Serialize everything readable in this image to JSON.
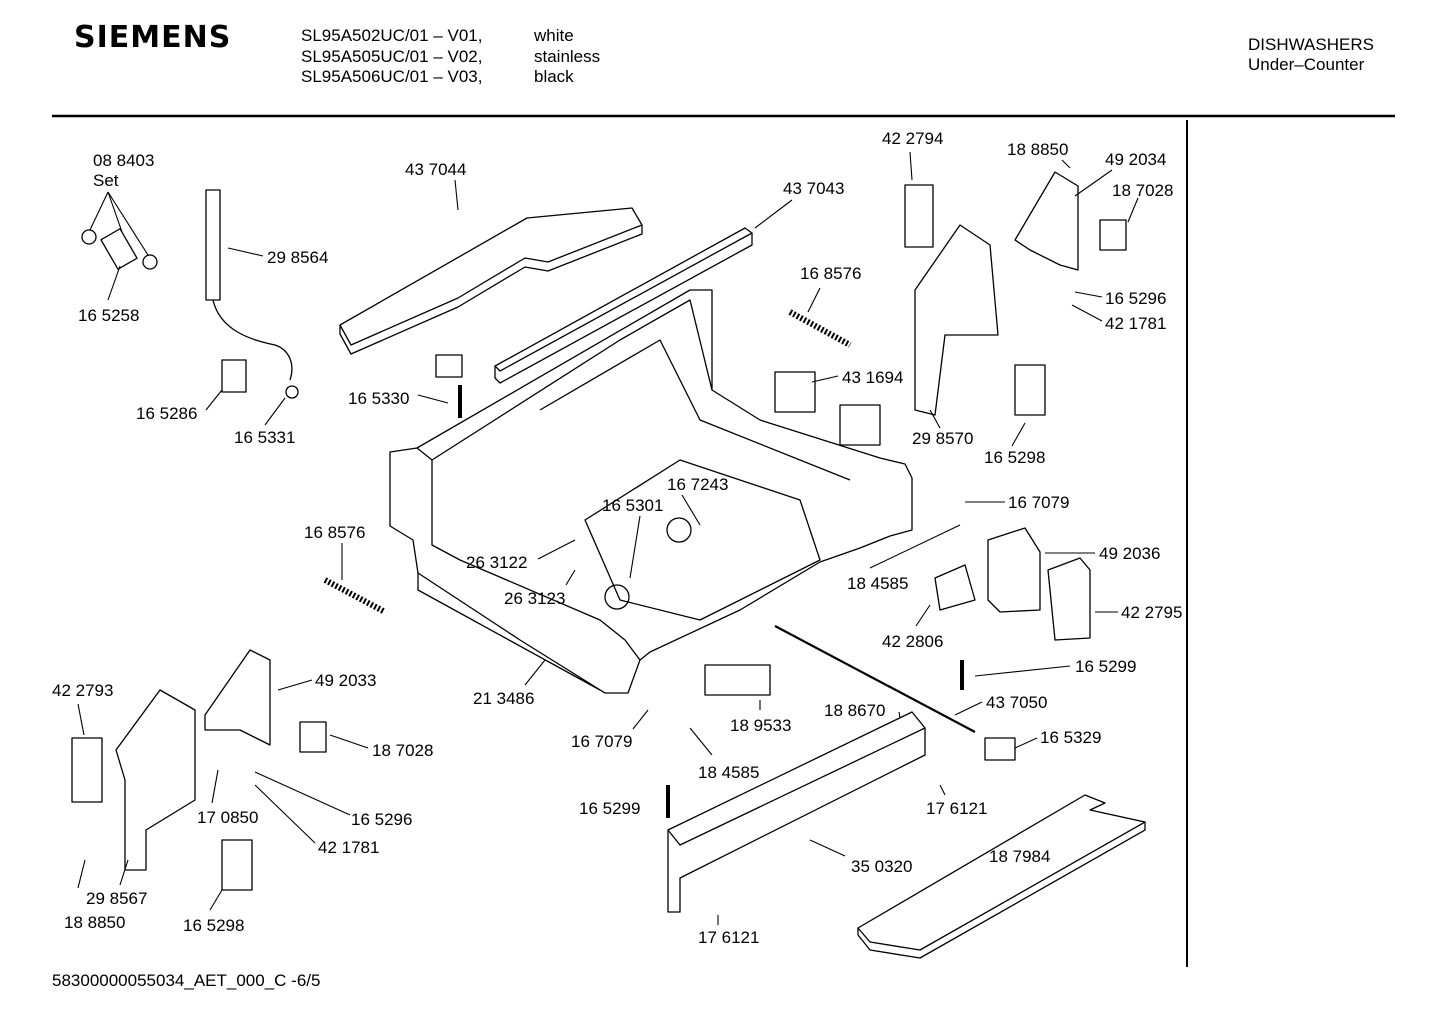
{
  "header": {
    "brand": "SIEMENS",
    "models": [
      "SL95A502UC/01 – V01,",
      "SL95A505UC/01 – V02,",
      "SL95A506UC/01 – V03,"
    ],
    "variants": [
      "white",
      "stainless",
      "black"
    ],
    "category": "DISHWASHERS",
    "subcategory": "Under–Counter"
  },
  "parts": [
    "08 8403",
    "Set",
    "16 5258",
    "29 8564",
    "43 7044",
    "43 7043",
    "42 2794",
    "18 8850",
    "49 2034",
    "18 7028",
    "16 8576",
    "16 5296",
    "42 1781",
    "43 1694",
    "16 5330",
    "16 5286",
    "16 5331",
    "29 8570",
    "16 5298",
    "16 7243",
    "16 5301",
    "16 7079",
    "16 8576",
    "26 3122",
    "26 3123",
    "49 2036",
    "18 4585",
    "42 2795",
    "42 2806",
    "16 5299",
    "42 2793",
    "49 2033",
    "21 3486",
    "43 7050",
    "18 7028",
    "18 8670",
    "18 9533",
    "16 5329",
    "16 7079",
    "17 0850",
    "16 5296",
    "42 1781",
    "18 4585",
    "16 5299",
    "17 6121",
    "35 0320",
    "18 7984",
    "29 8567",
    "18 8850",
    "16 5298",
    "17 6121"
  ],
  "footer": {
    "document_code": "58300000055034_AET_000_C  -6/5"
  }
}
